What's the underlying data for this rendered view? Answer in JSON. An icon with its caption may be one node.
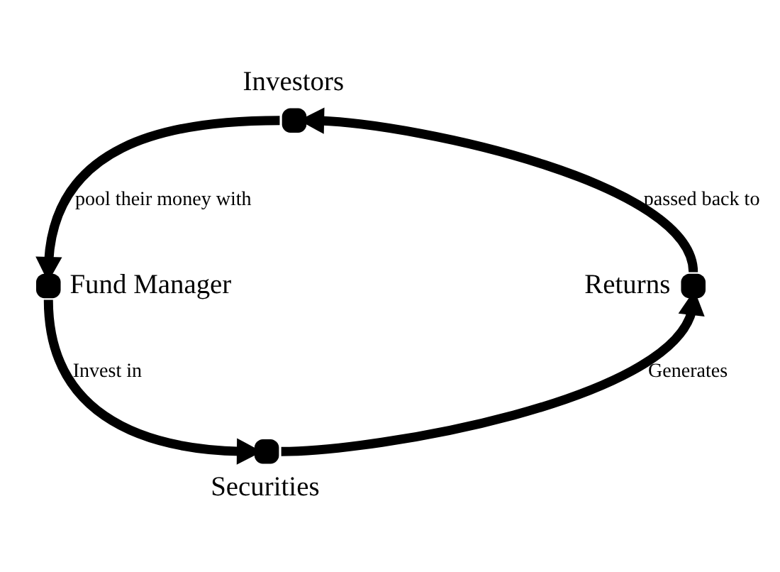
{
  "diagram": {
    "nodes": [
      {
        "text": [
          "Investors"
        ]
      },
      {
        "text": [
          "Fund Manager"
        ]
      },
      {
        "text": [
          "Securities"
        ]
      },
      {
        "text": [
          "Returns"
        ]
      }
    ],
    "edges": [
      {
        "from": 0,
        "to": 1,
        "arrow": "to",
        "label": "pool their money with"
      },
      {
        "from": 1,
        "to": 2,
        "arrow": "to",
        "label": "Invest in"
      },
      {
        "from": 2,
        "to": 3,
        "arrow": "to",
        "label": "Generates"
      },
      {
        "from": 3,
        "to": 0,
        "arrow": "to",
        "label": "passed back to"
      }
    ]
  }
}
